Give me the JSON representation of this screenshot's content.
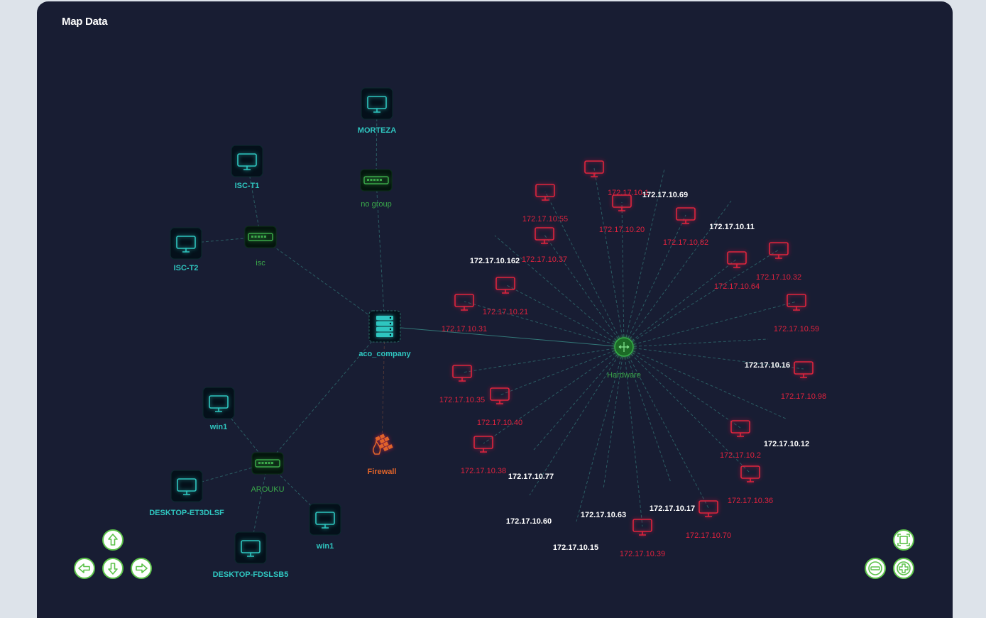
{
  "panel": {
    "title": "Map Data"
  },
  "colors": {
    "device_teal": "#2fc6c0",
    "group_green": "#3aa84a",
    "firewall_orange": "#e0642a",
    "offline_red": "#e0223e",
    "label_white": "#ffffff",
    "edge": "#3a8f8a",
    "panel_bg": "#181d33"
  },
  "nodes": [
    {
      "id": "morteza",
      "label": "MORTEZA",
      "kind": "computer",
      "color": "teal"
    },
    {
      "id": "nogroup",
      "label": "no group",
      "kind": "switch",
      "color": "green"
    },
    {
      "id": "isct1",
      "label": "ISC-T1",
      "kind": "computer",
      "color": "teal"
    },
    {
      "id": "isc",
      "label": "isc",
      "kind": "switch",
      "color": "green"
    },
    {
      "id": "isct2",
      "label": "ISC-T2",
      "kind": "computer",
      "color": "teal"
    },
    {
      "id": "aco",
      "label": "aco_company",
      "kind": "server",
      "color": "teal"
    },
    {
      "id": "firewall",
      "label": "Firewall",
      "kind": "firewall",
      "color": "orange"
    },
    {
      "id": "win1a",
      "label": "win1",
      "kind": "computer",
      "color": "teal"
    },
    {
      "id": "arouku",
      "label": "AROUKU",
      "kind": "switch",
      "color": "green"
    },
    {
      "id": "desktop1",
      "label": "DESKTOP-ET3DLSF",
      "kind": "computer",
      "color": "teal"
    },
    {
      "id": "desktop2",
      "label": "DESKTOP-FDSLSB5",
      "kind": "computer",
      "color": "teal"
    },
    {
      "id": "win1b",
      "label": "win1",
      "kind": "computer",
      "color": "teal"
    },
    {
      "id": "hardware",
      "label": "Hardware",
      "kind": "hub",
      "color": "green"
    },
    {
      "id": "r1",
      "label": "172.17.10.1",
      "kind": "computer",
      "color": "red"
    },
    {
      "id": "r55",
      "label": "172.17.10.55",
      "kind": "computer",
      "color": "red"
    },
    {
      "id": "r20",
      "label": "172.17.10.20",
      "kind": "computer",
      "color": "red"
    },
    {
      "id": "r82",
      "label": "172.17.10.82",
      "kind": "computer",
      "color": "red"
    },
    {
      "id": "r37",
      "label": "172.17.10.37",
      "kind": "computer",
      "color": "red"
    },
    {
      "id": "r32",
      "label": "172.17.10.32",
      "kind": "computer",
      "color": "red"
    },
    {
      "id": "r64",
      "label": "172.17.10.64",
      "kind": "computer",
      "color": "red"
    },
    {
      "id": "r21",
      "label": "172.17.10.21",
      "kind": "computer",
      "color": "red"
    },
    {
      "id": "r31",
      "label": "172.17.10.31",
      "kind": "computer",
      "color": "red"
    },
    {
      "id": "r59",
      "label": "172.17.10.59",
      "kind": "computer",
      "color": "red"
    },
    {
      "id": "r98",
      "label": "172.17.10.98",
      "kind": "computer",
      "color": "red"
    },
    {
      "id": "r35",
      "label": "172.17.10.35",
      "kind": "computer",
      "color": "red"
    },
    {
      "id": "r40",
      "label": "172.17.10.40",
      "kind": "computer",
      "color": "red"
    },
    {
      "id": "r2",
      "label": "172.17.10.2",
      "kind": "computer",
      "color": "red"
    },
    {
      "id": "r38",
      "label": "172.17.10.38",
      "kind": "computer",
      "color": "red"
    },
    {
      "id": "r36",
      "label": "172.17.10.36",
      "kind": "computer",
      "color": "red"
    },
    {
      "id": "r70",
      "label": "172.17.10.70",
      "kind": "computer",
      "color": "red"
    },
    {
      "id": "r39",
      "label": "172.17.10.39",
      "kind": "computer",
      "color": "red"
    },
    {
      "id": "w69",
      "label": "172.17.10.69",
      "kind": "label",
      "color": "white"
    },
    {
      "id": "w11",
      "label": "172.17.10.11",
      "kind": "label",
      "color": "white"
    },
    {
      "id": "w162",
      "label": "172.17.10.162",
      "kind": "label",
      "color": "white"
    },
    {
      "id": "w16",
      "label": "172.17.10.16",
      "kind": "label",
      "color": "white"
    },
    {
      "id": "w12",
      "label": "172.17.10.12",
      "kind": "label",
      "color": "white"
    },
    {
      "id": "w77",
      "label": "172.17.10.77",
      "kind": "label",
      "color": "white"
    },
    {
      "id": "w17",
      "label": "172.17.10.17",
      "kind": "label",
      "color": "white"
    },
    {
      "id": "w63",
      "label": "172.17.10.63",
      "kind": "label",
      "color": "white"
    },
    {
      "id": "w60",
      "label": "172.17.10.60",
      "kind": "label",
      "color": "white"
    },
    {
      "id": "w15",
      "label": "172.17.10.15",
      "kind": "label",
      "color": "white"
    }
  ],
  "edges": [
    [
      "morteza",
      "nogroup"
    ],
    [
      "nogroup",
      "aco"
    ],
    [
      "isct1",
      "isc"
    ],
    [
      "isct2",
      "isc"
    ],
    [
      "isc",
      "aco"
    ],
    [
      "aco",
      "firewall"
    ],
    [
      "aco",
      "arouku"
    ],
    [
      "aco",
      "hardware"
    ],
    [
      "win1a",
      "arouku"
    ],
    [
      "desktop1",
      "arouku"
    ],
    [
      "desktop2",
      "arouku"
    ],
    [
      "win1b",
      "arouku"
    ],
    [
      "hardware",
      "r1"
    ],
    [
      "hardware",
      "r55"
    ],
    [
      "hardware",
      "r20"
    ],
    [
      "hardware",
      "r82"
    ],
    [
      "hardware",
      "r37"
    ],
    [
      "hardware",
      "r32"
    ],
    [
      "hardware",
      "r64"
    ],
    [
      "hardware",
      "r21"
    ],
    [
      "hardware",
      "r31"
    ],
    [
      "hardware",
      "r59"
    ],
    [
      "hardware",
      "r98"
    ],
    [
      "hardware",
      "r35"
    ],
    [
      "hardware",
      "r40"
    ],
    [
      "hardware",
      "r2"
    ],
    [
      "hardware",
      "r38"
    ],
    [
      "hardware",
      "r36"
    ],
    [
      "hardware",
      "r70"
    ],
    [
      "hardware",
      "r39"
    ],
    [
      "hardware",
      "w69"
    ],
    [
      "hardware",
      "w11"
    ],
    [
      "hardware",
      "w162"
    ],
    [
      "hardware",
      "w16"
    ],
    [
      "hardware",
      "w12"
    ],
    [
      "hardware",
      "w77"
    ],
    [
      "hardware",
      "w17"
    ],
    [
      "hardware",
      "w63"
    ],
    [
      "hardware",
      "w60"
    ],
    [
      "hardware",
      "w15"
    ]
  ],
  "controls": {
    "pan_up": "arrow-up-icon",
    "pan_left": "arrow-left-icon",
    "pan_down": "arrow-down-icon",
    "pan_right": "arrow-right-icon",
    "fit": "fit-screen-icon",
    "zoom_out": "minus-icon",
    "zoom_in": "plus-icon"
  }
}
